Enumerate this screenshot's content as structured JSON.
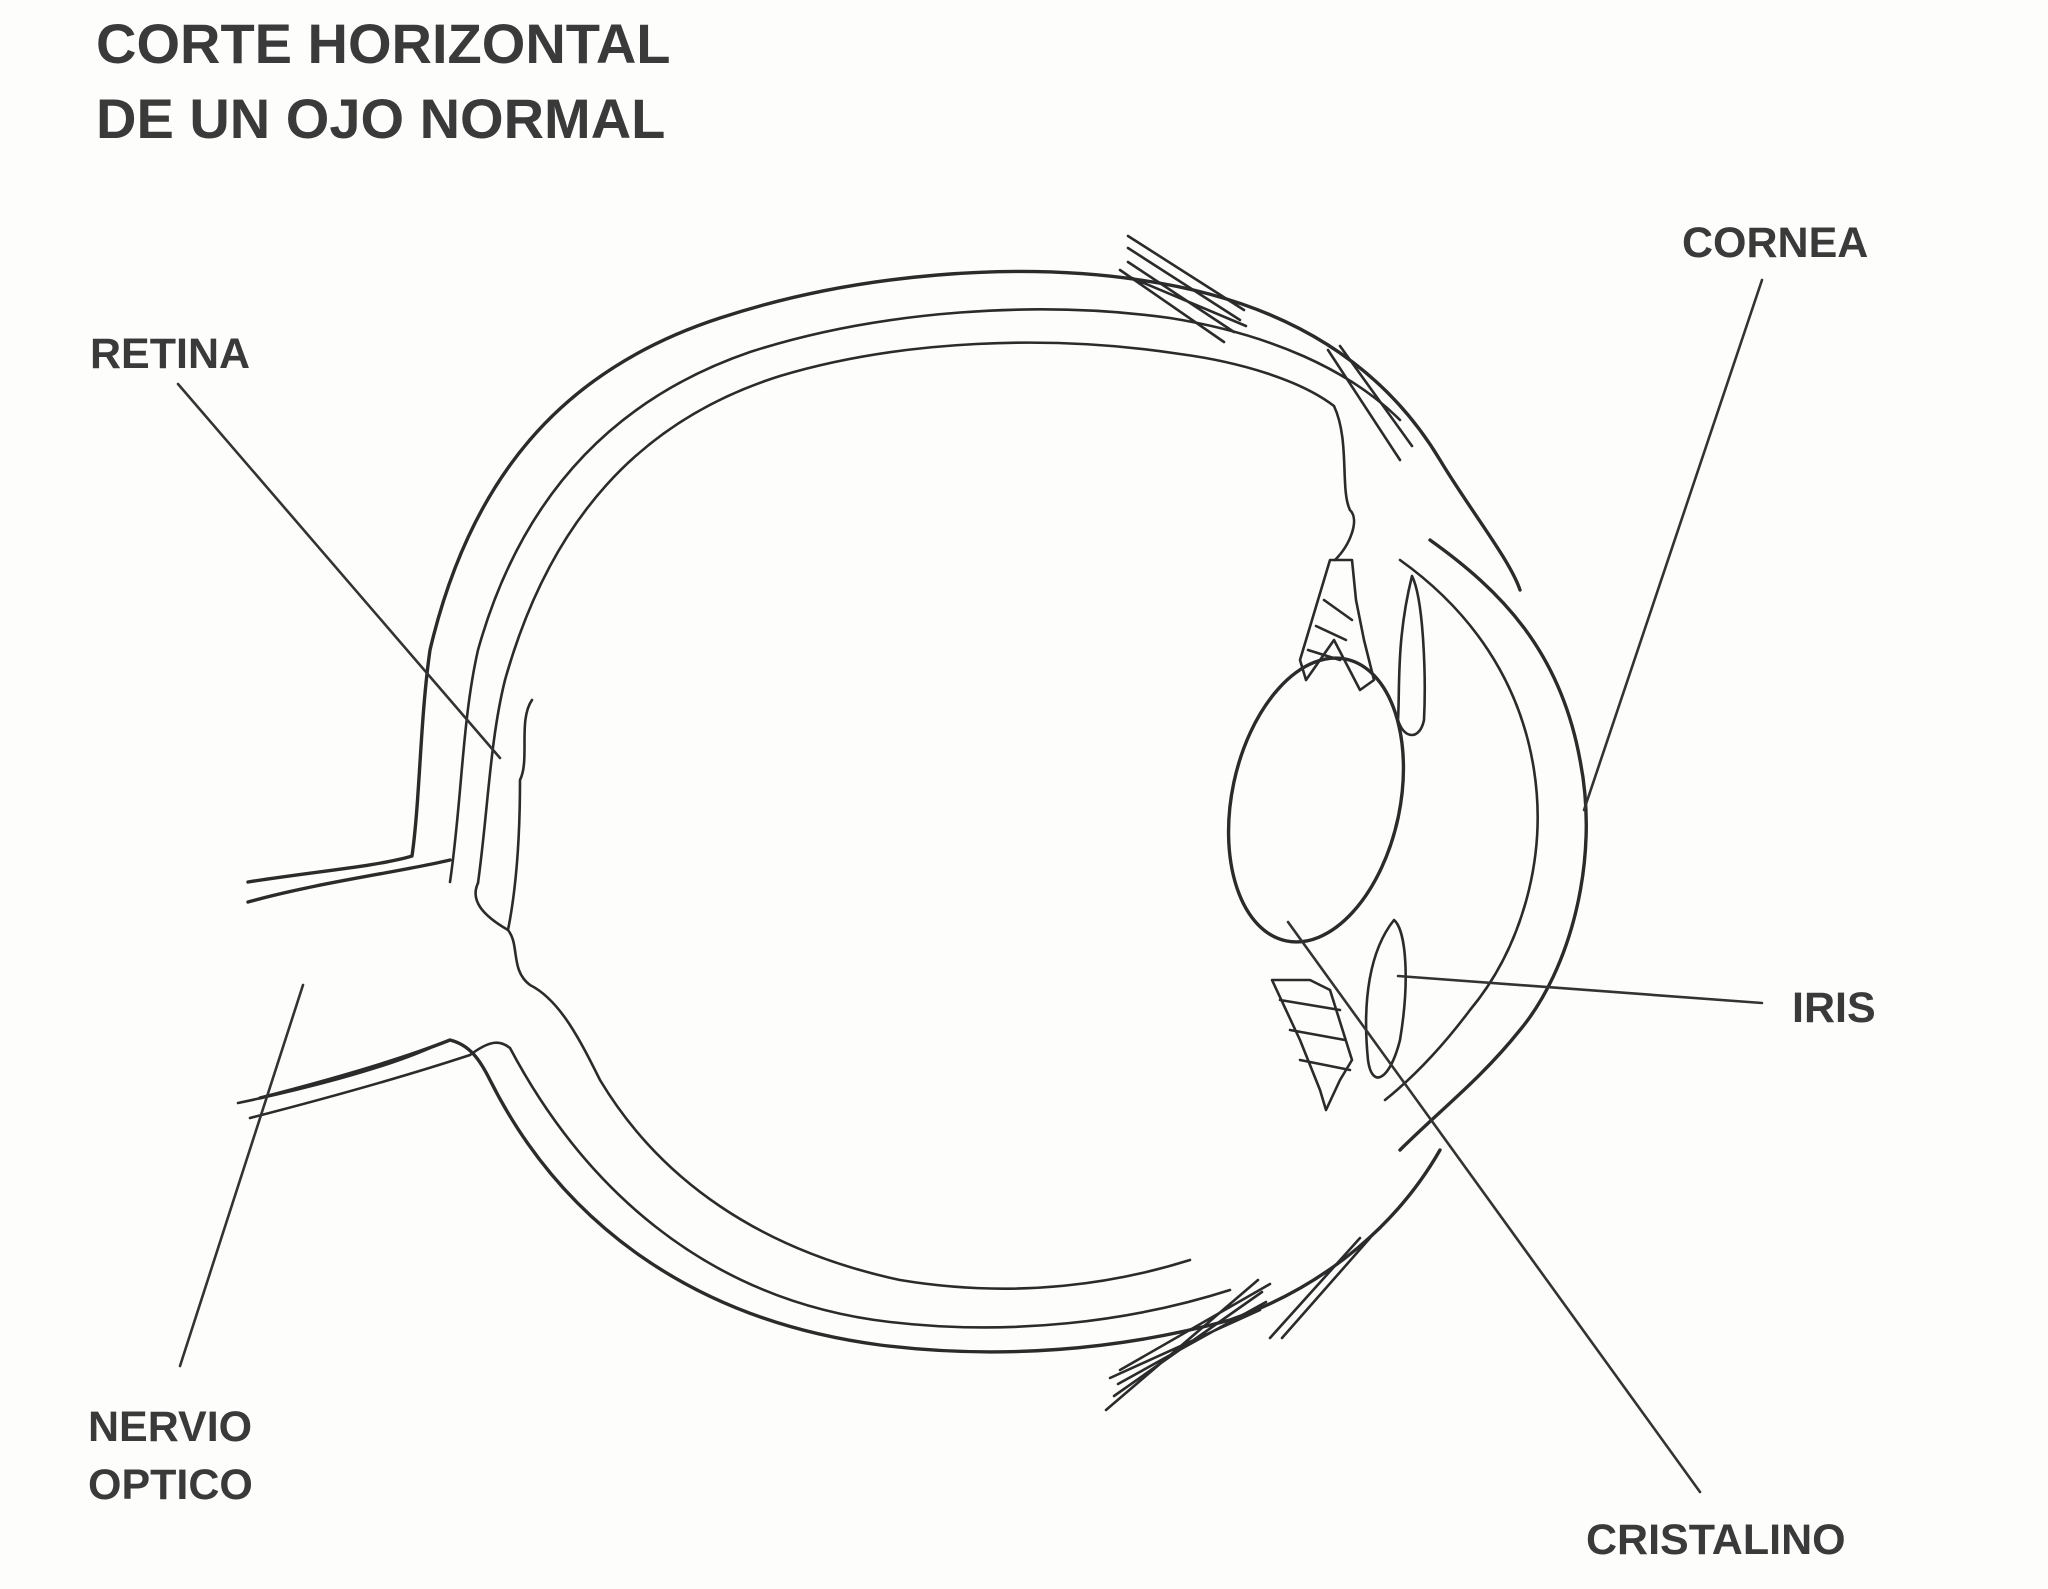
{
  "title": {
    "line1": "CORTE HORIZONTAL",
    "line2": "DE UN OJO NORMAL"
  },
  "labels": {
    "retina": "RETINA",
    "cornea": "CORNEA",
    "iris": "IRIS",
    "nervio_line1": "NERVIO",
    "nervio_line2": "OPTICO",
    "cristalino": "CRISTALINO"
  },
  "colors": {
    "ink": "#2b2b2b",
    "paper": "#fdfdfc"
  }
}
